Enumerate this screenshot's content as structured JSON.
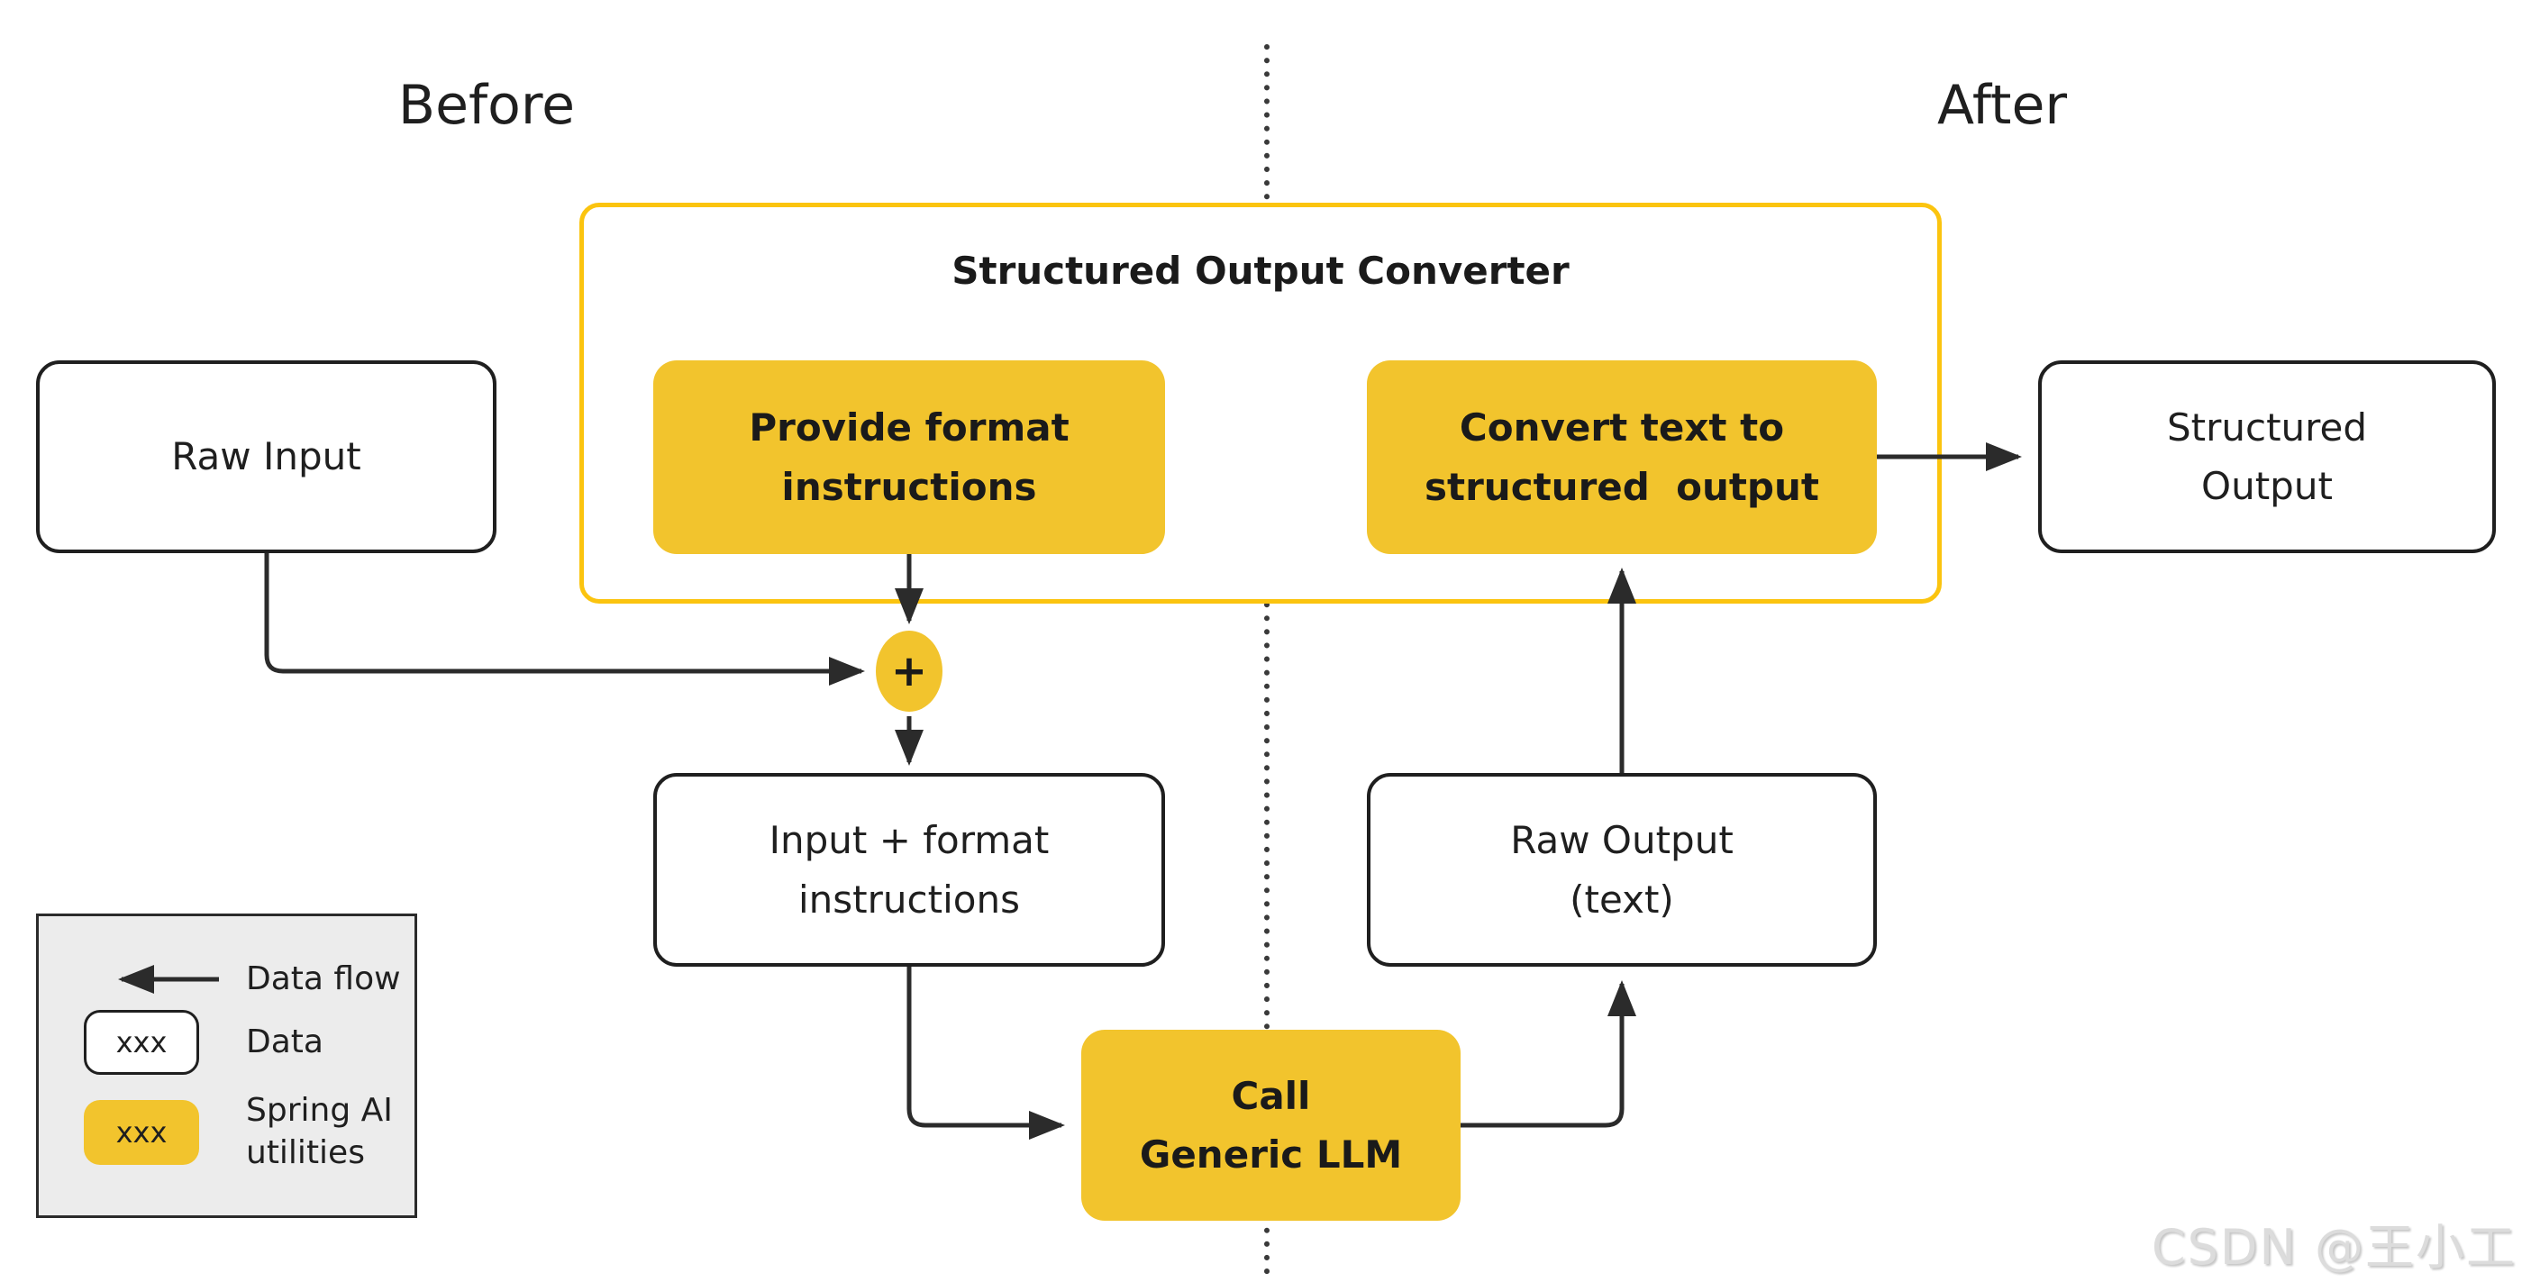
{
  "labels": {
    "before": "Before",
    "after": "After"
  },
  "converter": {
    "title": "Structured Output Converter",
    "provide_box": "Provide format\ninstructions",
    "convert_box": "Convert text to\nstructured  output"
  },
  "nodes": {
    "raw_input": "Raw Input",
    "structured_output": "Structured\nOutput",
    "input_format": "Input + format\ninstructions",
    "raw_output": "Raw Output\n(text)",
    "call_llm": "Call\nGeneric LLM",
    "plus": "+"
  },
  "legend": {
    "data_flow_label": "Data flow",
    "data_sample": "xxx",
    "data_label": "Data",
    "spring_sample": "xxx",
    "spring_label": "Spring AI\nutilities"
  },
  "watermark": "CSDN @王小工",
  "colors": {
    "yellow": "#F2C42D",
    "container_border": "#FBC40F",
    "ink": "#2b2b2b",
    "legend_bg": "#ECECEC",
    "watermark": "#DCDCDC"
  }
}
